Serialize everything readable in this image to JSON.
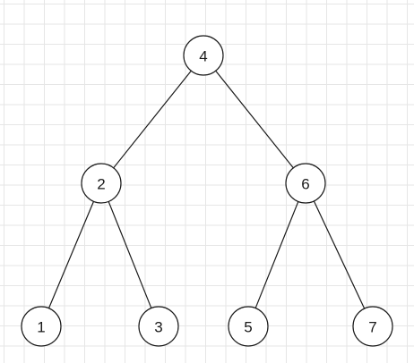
{
  "diagram": {
    "type": "binary-tree",
    "colors": {
      "stroke": "#1a1a1a",
      "node_fill": "#ffffff",
      "grid": "#e6e6e6"
    },
    "nodes": [
      {
        "id": "n4",
        "label": "4"
      },
      {
        "id": "n2",
        "label": "2"
      },
      {
        "id": "n6",
        "label": "6"
      },
      {
        "id": "n1",
        "label": "1"
      },
      {
        "id": "n3",
        "label": "3"
      },
      {
        "id": "n5",
        "label": "5"
      },
      {
        "id": "n7",
        "label": "7"
      }
    ],
    "edges": [
      {
        "from": "n4",
        "to": "n2"
      },
      {
        "from": "n4",
        "to": "n6"
      },
      {
        "from": "n2",
        "to": "n1"
      },
      {
        "from": "n2",
        "to": "n3"
      },
      {
        "from": "n6",
        "to": "n5"
      },
      {
        "from": "n6",
        "to": "n7"
      }
    ]
  }
}
